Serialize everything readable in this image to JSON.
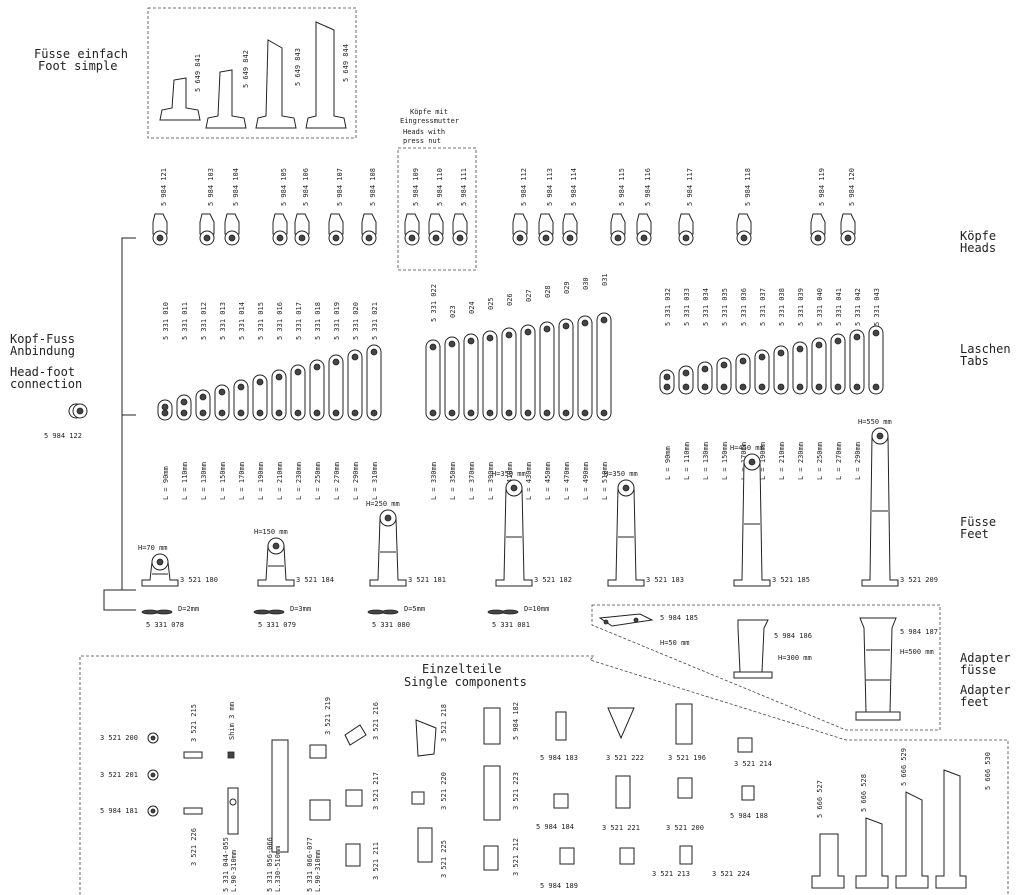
{
  "sections": {
    "foot_simple": [
      "Füsse einfach",
      "Foot simple"
    ],
    "heads_press": [
      "Köpfe mit",
      "Eingressmutter",
      "Heads with",
      "press nut"
    ],
    "heads": [
      "Köpfe",
      "Heads"
    ],
    "tabs": [
      "Laschen",
      "Tabs"
    ],
    "connection": [
      "Kopf-Fuss",
      "Anbindung",
      "Head-foot",
      "connection"
    ],
    "feet": [
      "Füsse",
      "Feet"
    ],
    "adapter": [
      "Adapter",
      "füsse",
      "Adapter",
      "feet"
    ],
    "single": [
      "Einzelteile",
      "Single components"
    ]
  },
  "foot_simple_parts": [
    "5 649 841",
    "5 649 842",
    "5 649 843",
    "5 649 844"
  ],
  "connection_part": "5 984 122",
  "head_parts": [
    "5 984 121",
    "5 984 103",
    "5 984 104",
    "5 984 105",
    "5 984 106",
    "5 984 107",
    "5 984 108",
    "5 984 109",
    "5 984 110",
    "5 984 111",
    "5 984 112",
    "5 984 113",
    "5 984 114",
    "5 984 115",
    "5 984 116",
    "5 984 117",
    "5 984 118",
    "5 984 119",
    "5 984 120"
  ],
  "tabs_left": {
    "parts": [
      "5 331 010",
      "5 331 011",
      "5 331 012",
      "5 331 013",
      "5 331 014",
      "5 331 015",
      "5 331 016",
      "5 331 017",
      "5 331 018",
      "5 331 019",
      "5 331 020",
      "5 331 021"
    ],
    "lengths": [
      "L = 90mm",
      "L = 110mm",
      "L = 130mm",
      "L = 150mm",
      "L = 170mm",
      "L = 190mm",
      "L = 210mm",
      "L = 230mm",
      "L = 250mm",
      "L = 270mm",
      "L = 290mm",
      "L = 310mm"
    ]
  },
  "tabs_mid": {
    "parts": [
      "5 331 022",
      "023",
      "024",
      "025",
      "026",
      "027",
      "028",
      "029",
      "030",
      "031"
    ],
    "lengths": [
      "L = 330mm",
      "L = 350mm",
      "L = 370mm",
      "L = 390mm",
      "L = 410mm",
      "L = 430mm",
      "L = 450mm",
      "L = 470mm",
      "L = 490mm",
      "L = 510mm"
    ]
  },
  "tabs_right": {
    "parts": [
      "5 331 032",
      "5 331 033",
      "5 331 034",
      "5 331 035",
      "5 331 036",
      "5 331 037",
      "5 331 038",
      "5 331 039",
      "5 331 040",
      "5 331 041",
      "5 331 042",
      "5 331 043"
    ],
    "lengths": [
      "L = 90mm",
      "L = 110mm",
      "L = 130mm",
      "L = 150mm",
      "L = 170mm",
      "L = 190mm",
      "L = 210mm",
      "L = 230mm",
      "L = 250mm",
      "L = 270mm",
      "L = 290mm",
      "L = 310mm"
    ]
  },
  "feet": [
    {
      "height": "H=70 mm",
      "part": "3 521 180"
    },
    {
      "height": "H=150 mm",
      "part": "3 521 184"
    },
    {
      "height": "H=250 mm",
      "part": "3 521 181"
    },
    {
      "height": "H=350 mm",
      "part": "3 521 182"
    },
    {
      "height": "H=350 mm",
      "part": "3 521 183"
    },
    {
      "height": "H=450 mm",
      "part": "3 521 185"
    },
    {
      "height": "H=550 mm",
      "part": "3 521 209"
    }
  ],
  "discs": [
    {
      "dia": "D=2mm",
      "part": "5 331 078"
    },
    {
      "dia": "D=3mm",
      "part": "5 331 079"
    },
    {
      "dia": "D=5mm",
      "part": "5 331 080"
    },
    {
      "dia": "D=10mm",
      "part": "5 331 081"
    }
  ],
  "adapters": [
    {
      "part": "5 984 185",
      "height": "H=50 mm"
    },
    {
      "part": "5 984 186",
      "height": "H=300 mm"
    },
    {
      "part": "5 984 187",
      "height": "H=500 mm"
    }
  ],
  "single_parts": {
    "p200": "3 521 200",
    "p201": "3 521 201",
    "p181": "5 984 181",
    "p215": "3 521 215",
    "p226": "3 521 226",
    "shim": "Shim 3 mm",
    "r044": [
      "5 331 044-055",
      "L.90-310mm"
    ],
    "r056": [
      "5 331 056-066",
      "L.330-510mm"
    ],
    "r066": [
      "5 331 066-077",
      "L.90-310mm"
    ],
    "p219": "3 521 219",
    "p216": "3 521 216",
    "p217": "3 521 217",
    "p211": "3 521 211",
    "p218": "3 521 218",
    "p220": "3 521 220",
    "p225": "3 521 225",
    "p182": "5 984 182",
    "p223": "3 521 223",
    "p212": "3 521 212",
    "p183": "5 984 183",
    "p184": "5 984 184",
    "p189": "5 984 189",
    "p222": "3 521 222",
    "p221": "3 521 221",
    "p213": "3 521 213",
    "p196": "3 521 196",
    "p200b": "3 521 200",
    "p224": "3 521 224",
    "p214": "3 521 214",
    "p188": "5 984 188",
    "p527": "5 666 527",
    "p528": "5 666 528",
    "p529": "5 666 529",
    "p530": "5 666 530"
  }
}
